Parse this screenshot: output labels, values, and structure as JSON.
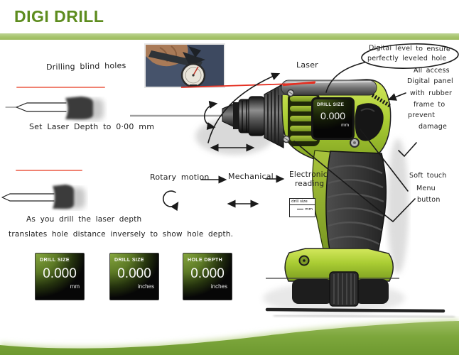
{
  "slide": {
    "title": "DIGI DRILL",
    "accent_color": "#5d8c1e",
    "bar_color": "#a7c46d",
    "laser_color": "#e53022",
    "drill_green": "#a9cc33",
    "wave_green": "#7da73c"
  },
  "annotations": {
    "drilling_blind_holes": "Drilling blind holes",
    "set_laser": "Set Laser Depth to 0·00 mm",
    "as_you_drill_line1": "As you drill the laser depth",
    "as_you_drill_line2": "translates hole distance inversely to show hole depth.",
    "laser": "Laser",
    "digital_level_line1": "Digital level to ensure",
    "digital_level_line2": "perfectly leveled hole",
    "all_access": "All access",
    "digital_panel_line1": "Digital panel",
    "digital_panel_line2": "with rubber",
    "digital_panel_line3": "frame to",
    "digital_panel_line4": "prevent",
    "digital_panel_line5": "damage",
    "soft_touch_line1": "Soft touch",
    "soft_touch_line2": "Menu",
    "soft_touch_line3": "button",
    "rotary_motion": "Rotary motion",
    "mechanical": "Mechanical",
    "electronic_line1": "Electronic",
    "electronic_line2": "reading",
    "sketch_box_label": "drill size",
    "sketch_box_unit": "mm"
  },
  "displays": [
    {
      "label": "DRILL SIZE",
      "value": "0.000",
      "unit": "mm"
    },
    {
      "label": "DRILL SIZE",
      "value": "0.000",
      "unit": "inches"
    },
    {
      "label": "HOLE DEPTH",
      "value": "0.000",
      "unit": "inches"
    }
  ],
  "drill_display": {
    "label": "DRILL SIZE",
    "value": "0.000",
    "unit": "mm"
  }
}
